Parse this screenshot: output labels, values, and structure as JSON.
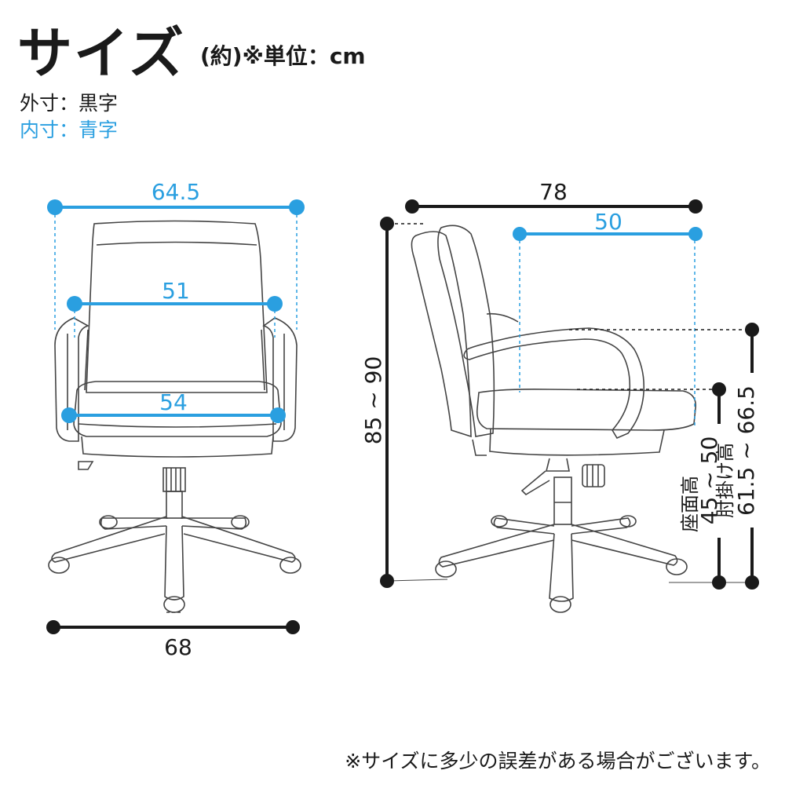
{
  "header": {
    "title": "サイズ",
    "unit": "(約)※単位：cm",
    "legend_outer": "外寸：黒字",
    "legend_inner": "内寸：青字"
  },
  "front_view": {
    "outer_width": "64.5",
    "back_width": "51",
    "seat_width": "54",
    "base_width": "68"
  },
  "side_view": {
    "depth": "78",
    "seat_depth": "50",
    "height_range": "85 ~ 90",
    "seat_height_label": "座面高",
    "seat_height_range": "45 ~ 50",
    "arm_height_label": "肘掛け高",
    "arm_height_range": "61.5 ~ 66.5"
  },
  "footer": {
    "note": "※サイズに多少の誤差がある場合がございます。"
  },
  "colors": {
    "outer_dim": "#1a1a1a",
    "inner_dim": "#2a9fe0",
    "outline": "#444444"
  }
}
